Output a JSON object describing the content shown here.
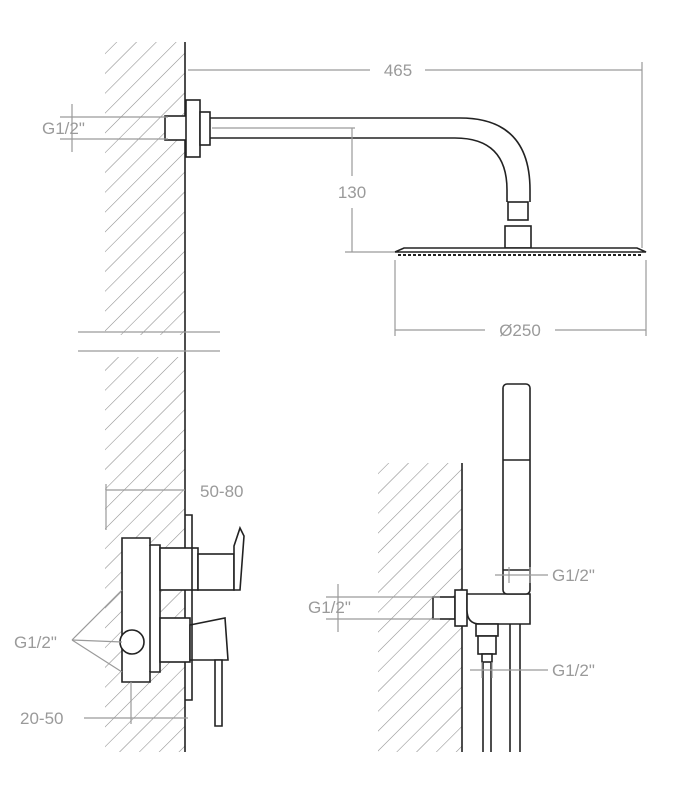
{
  "dimensions": {
    "arm_length": "465",
    "arm_drop": "130",
    "head_diameter": "Ø250",
    "mixer_depth": "50-80",
    "mixer_min_depth": "20-50"
  },
  "threads": {
    "arm_inlet": "G1/2\"",
    "mixer_inlets": "G1/2\"",
    "outlet_inlet": "G1/2\"",
    "holder_thread": "G1/2\"",
    "hose_thread": "G1/2\""
  },
  "colors": {
    "object_line": "#222222",
    "dimension_line": "#9a9a9a",
    "hatch": "#8c8c8c"
  }
}
